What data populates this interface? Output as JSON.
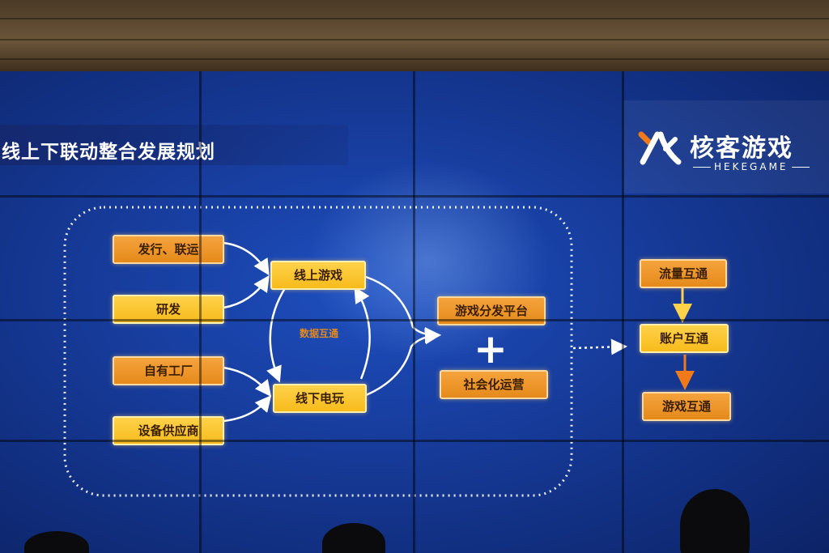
{
  "slide": {
    "title": "线上下联动整合发展规划",
    "logo": {
      "text": "核客游戏",
      "subtext": "HEKEGAME"
    }
  },
  "sources": {
    "online": [
      "发行、联运",
      "研发"
    ],
    "offline": [
      "自有工厂",
      "设备供应商"
    ]
  },
  "hubs": {
    "online": "线上游戏",
    "offline": "线下电玩",
    "link_label": "数据互通"
  },
  "platform": {
    "distribution": "游戏分发平台",
    "plus": "+",
    "social": "社会化运营"
  },
  "results": [
    "流量互通",
    "账户互通",
    "游戏互通"
  ],
  "colors": {
    "screen_blue": "#163a98",
    "orange_box": "#e58a1a",
    "yellow_box": "#f7bb1c",
    "connector": "#ffffff"
  }
}
